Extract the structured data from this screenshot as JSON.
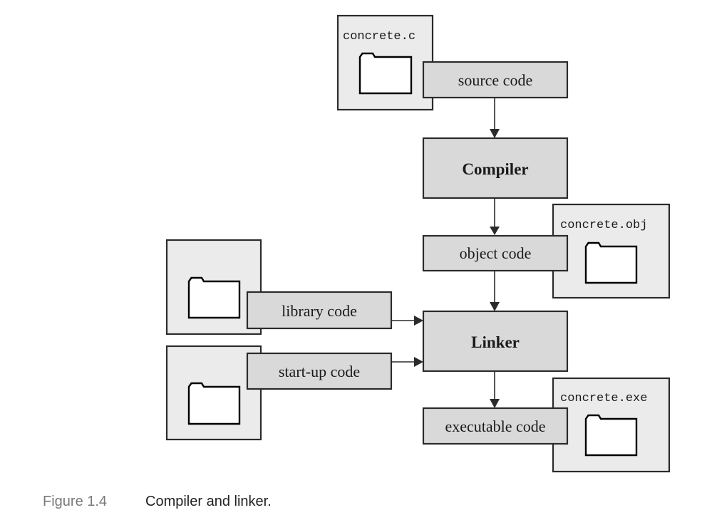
{
  "files": {
    "source": "concrete.c",
    "object": "concrete.obj",
    "executable": "concrete.exe"
  },
  "labels": {
    "source_code": "source code",
    "compiler": "Compiler",
    "object_code": "object code",
    "library_code": "library code",
    "linker": "Linker",
    "startup_code": "start-up code",
    "executable_code": "executable code"
  },
  "caption": {
    "number": "Figure 1.4",
    "text": "Compiler and linker."
  }
}
